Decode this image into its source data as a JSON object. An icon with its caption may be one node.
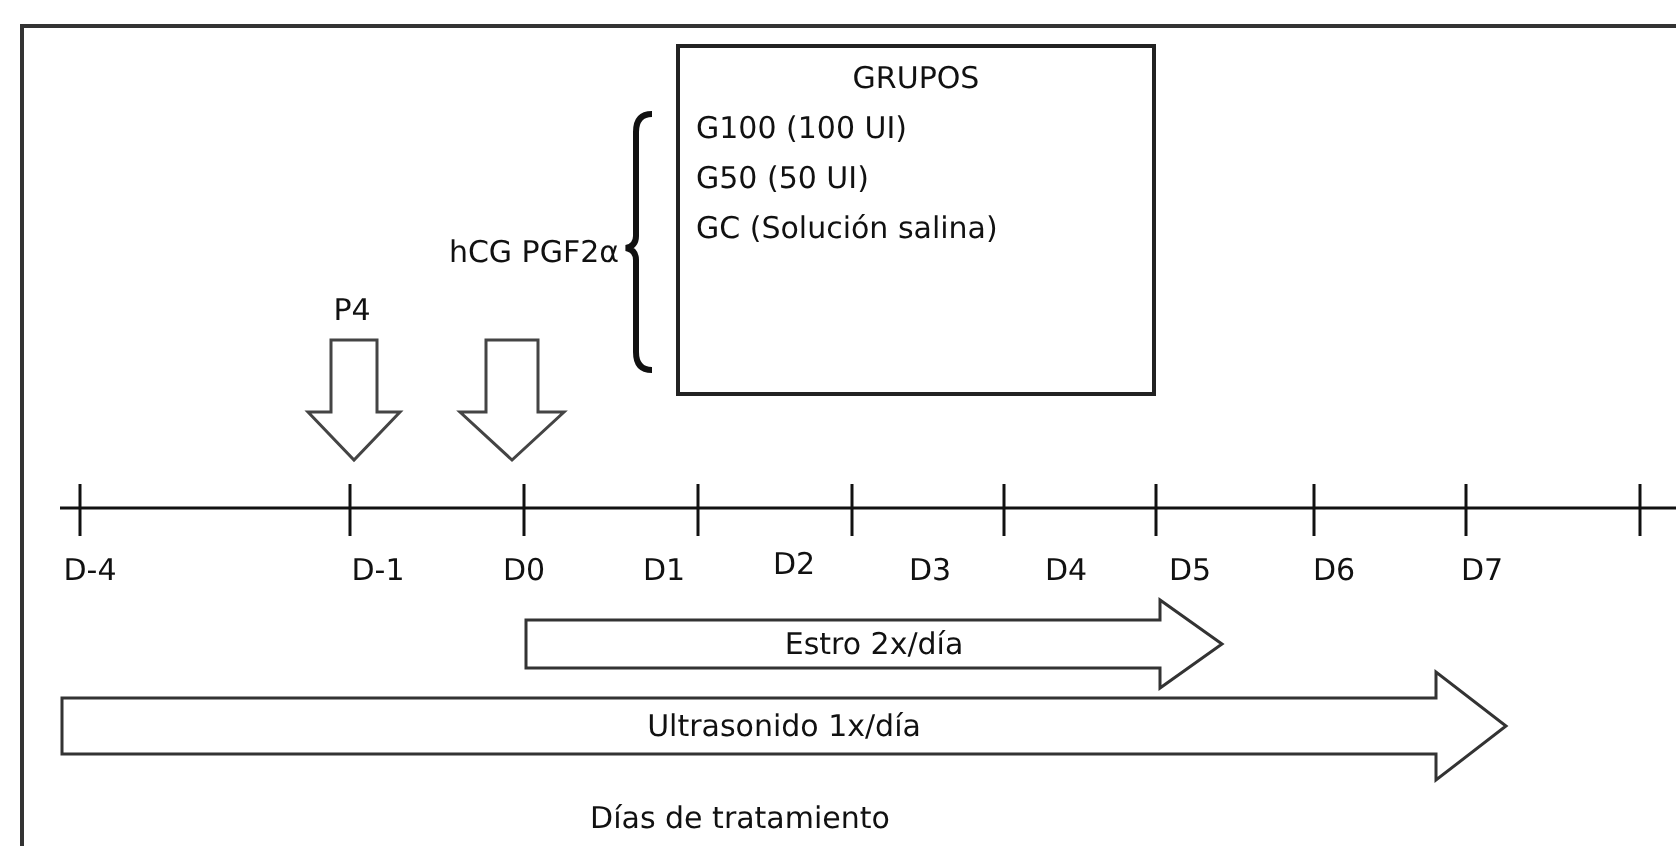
{
  "diagram": {
    "nodes": [
      {
        "text": [
          "GRUPOS",
          "G100 (100 UI)",
          "G50 (50 UI)",
          "GC (Solución salina)"
        ]
      },
      {
        "text": [
          "Estro 2x/día"
        ]
      },
      {
        "text": [
          "Ultrasonido 1x/día"
        ]
      }
    ],
    "labels": [
      "hCG PGF2α",
      "P4",
      "D-4",
      "D-1",
      "D0",
      "D1",
      "D2",
      "D3",
      "D4",
      "D5",
      "D6",
      "D7",
      "Días de tratamiento"
    ]
  }
}
